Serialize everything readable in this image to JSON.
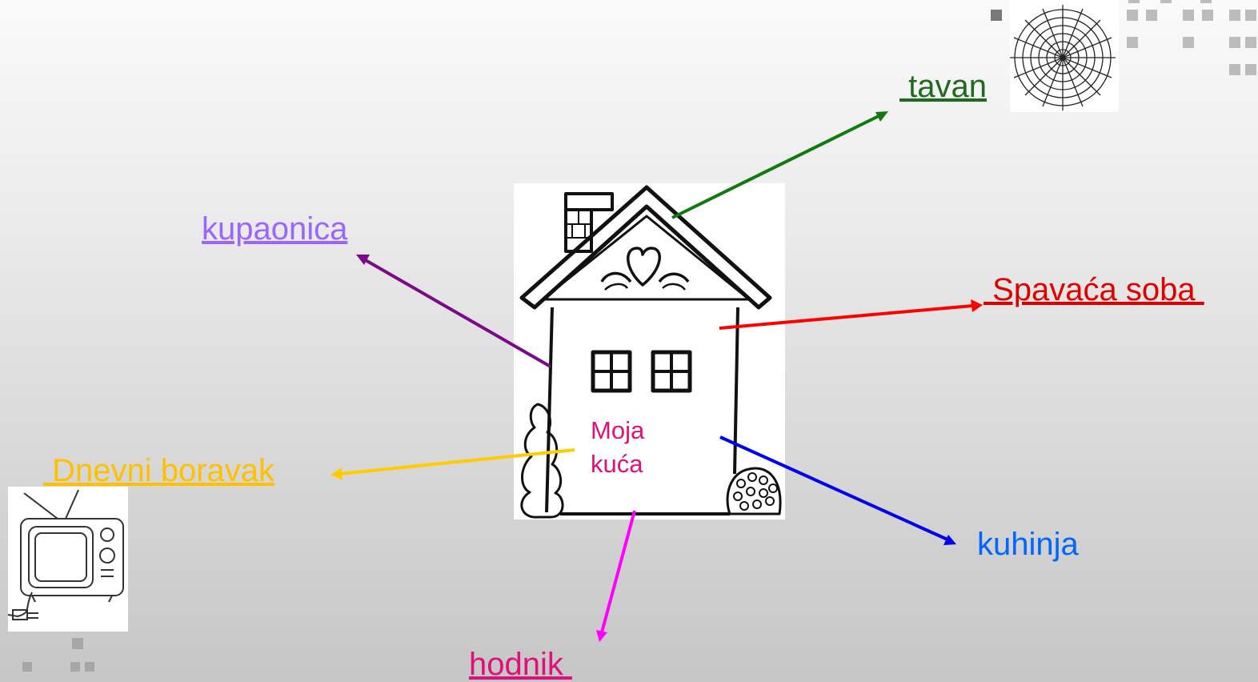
{
  "center": {
    "line1": "Moja",
    "line2": "kuća"
  },
  "labels": {
    "tavan": {
      "text": " tavan",
      "color": "#1e6b1e"
    },
    "kupaonica": {
      "text": "kupaonica",
      "color": "#9966ff"
    },
    "spavaca_soba": {
      "text": " Spavaća soba ",
      "color": "#e00000"
    },
    "dnevni_boravak": {
      "text": " Dnevni boravak",
      "color": "#ffc000"
    },
    "kuhinja": {
      "text": "kuhinja",
      "color": "#0066ff"
    },
    "hodnik": {
      "text": "hodnik ",
      "color": "#e0107a"
    }
  },
  "arrow_colors": {
    "tavan": "#107a10",
    "kupaonica": "#7a0a8a",
    "spavaca_soba": "#ff0000",
    "dnevni_boravak": "#ffcc00",
    "kuhinja": "#0000ee",
    "hodnik": "#ff00ff"
  },
  "icons": [
    "house-drawing-icon",
    "spider-web-icon",
    "television-icon",
    "decorative-squares-icon"
  ]
}
